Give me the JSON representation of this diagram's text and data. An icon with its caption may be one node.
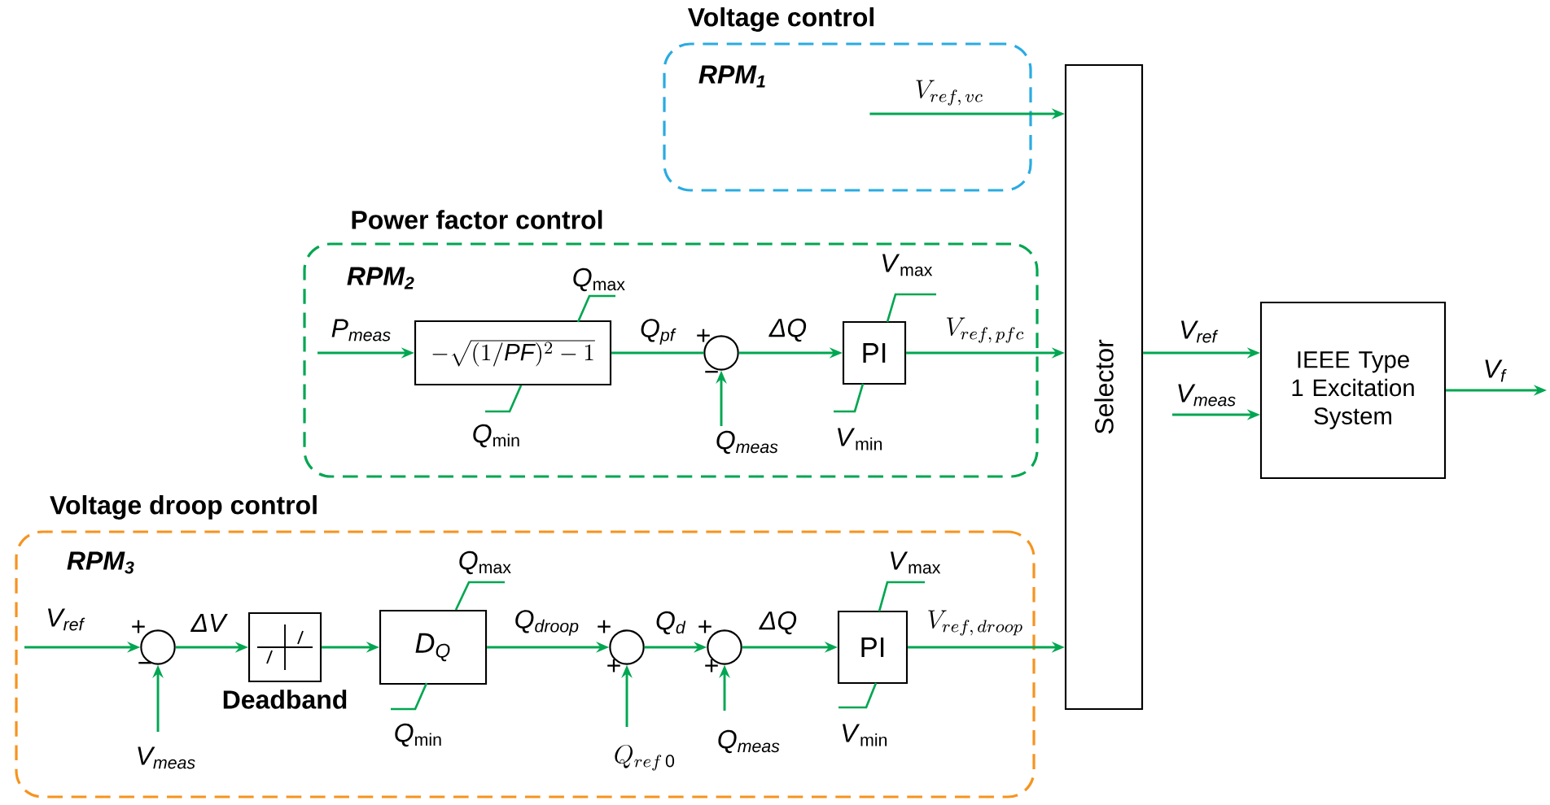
{
  "diagram": {
    "nodes": [
      {
        "text": [
          "Voltage control",
          "RPM$_{1}$"
        ]
      },
      {
        "text": [
          "Power factor control",
          "RPM$_{2}$"
        ]
      },
      {
        "text": [
          "-\\sqrt{(1/\\mathit{PF})^{2}-1}"
        ],
        "in": 1,
        "beside": [
          "*Q*$_{max}$",
          "*Q*$_{min}$"
        ]
      },
      {
        "text": [],
        "shape": "circle",
        "in": 1,
        "beside": [
          "+",
          "−"
        ]
      },
      {
        "text": [
          "PI"
        ],
        "in": 1,
        "beside": [
          "*V*$_{max}$",
          "*V*$_{min}$"
        ]
      },
      {
        "text": [
          "Voltage droop control",
          "RPM$_{3}$"
        ]
      },
      {
        "text": [],
        "shape": "circle",
        "in": 5,
        "beside": [
          "+",
          "−"
        ]
      },
      {
        "text": [],
        "shape": "box",
        "in": 5,
        "beside": [
          "Deadband"
        ]
      },
      {
        "text": [
          "D$_{Q}$"
        ],
        "in": 5,
        "beside": [
          "*Q*$_{max}$",
          "*Q*$_{min}$"
        ]
      },
      {
        "text": [],
        "shape": "circle",
        "in": 5,
        "beside": [
          "+",
          "+"
        ]
      },
      {
        "text": [],
        "shape": "circle",
        "in": 5,
        "beside": [
          "+",
          "+"
        ]
      },
      {
        "text": [
          "PI"
        ],
        "in": 5,
        "beside": [
          "*V*$_{max}$",
          "*V*$_{min}$"
        ]
      },
      {
        "text": [
          "Selector"
        ]
      },
      {
        "text": [
          "IEEE Type 1 Excitation System"
        ]
      }
    ],
    "edges": [
      {
        "from": 0,
        "to": 12,
        "arrow": "to",
        "label": "V_{ref,\\,vc}"
      },
      {
        "from": null,
        "to": 2,
        "arrow": "to",
        "label": "P$_{meas}$"
      },
      {
        "from": 2,
        "to": 3,
        "arrow": "none",
        "label": "Q$_{pf}$"
      },
      {
        "from": 3,
        "to": 4,
        "arrow": "to",
        "label": "ΔQ"
      },
      {
        "from": 4,
        "to": 12,
        "arrow": "to",
        "label": "V_{ref,\\,pfc}"
      },
      {
        "from": null,
        "to": 3,
        "arrow": "to",
        "label": "Q$_{meas}$"
      },
      {
        "from": null,
        "to": 6,
        "arrow": "to",
        "label": "V$_{ref}$"
      },
      {
        "from": null,
        "to": 6,
        "arrow": "to",
        "label": "V$_{meas}$"
      },
      {
        "from": 6,
        "to": 7,
        "arrow": "to",
        "label": "ΔV"
      },
      {
        "from": 7,
        "to": 8,
        "arrow": "to"
      },
      {
        "from": 8,
        "to": 9,
        "arrow": "to",
        "label": "Q$_{droop}$"
      },
      {
        "from": null,
        "to": 9,
        "arrow": "to",
        "label": "Q_{ref\\,\\mathrm{0}}"
      },
      {
        "from": 9,
        "to": 10,
        "arrow": "to",
        "label": "Q$_{d}$"
      },
      {
        "from": null,
        "to": 10,
        "arrow": "to",
        "label": "Q$_{meas}$"
      },
      {
        "from": 10,
        "to": 11,
        "arrow": "to",
        "label": "ΔQ"
      },
      {
        "from": 11,
        "to": 12,
        "arrow": "to",
        "label": "V_{ref,\\,droop}"
      },
      {
        "from": 12,
        "to": 13,
        "arrow": "to",
        "label": "V$_{ref}$"
      },
      {
        "from": null,
        "to": 13,
        "arrow": "to",
        "label": "V$_{meas}$"
      },
      {
        "from": 13,
        "to": null,
        "arrow": "to",
        "label": "V$_{f}$"
      }
    ]
  }
}
